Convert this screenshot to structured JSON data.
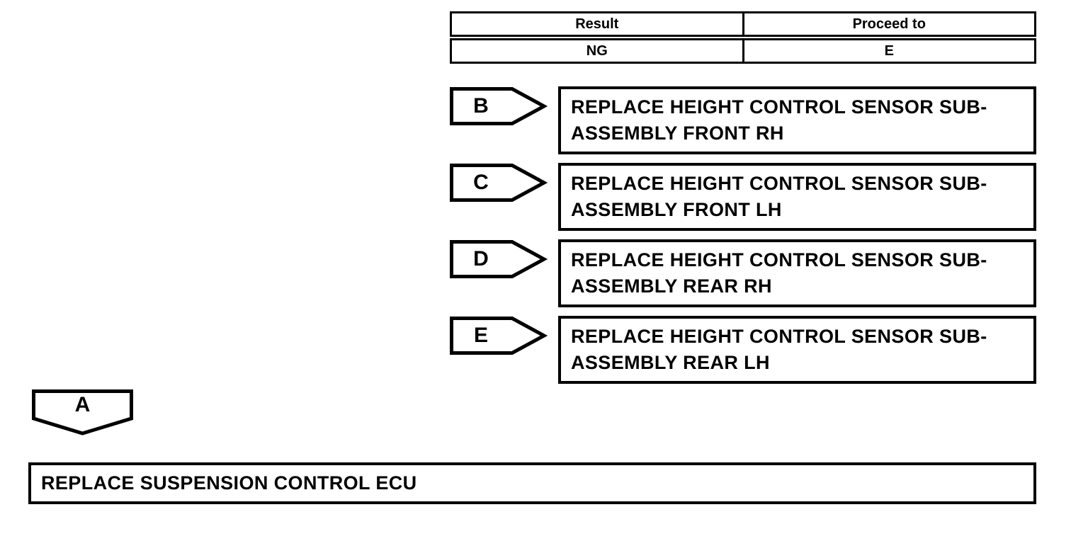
{
  "table": {
    "headers": [
      "Result",
      "Proceed to"
    ],
    "rows": [
      [
        "NG",
        "E"
      ]
    ]
  },
  "flow_rows": [
    {
      "connector": "B",
      "action": "REPLACE HEIGHT CONTROL SENSOR SUB-ASSEMBLY FRONT RH"
    },
    {
      "connector": "C",
      "action": "REPLACE HEIGHT CONTROL SENSOR SUB-ASSEMBLY FRONT LH"
    },
    {
      "connector": "D",
      "action": "REPLACE HEIGHT CONTROL SENSOR SUB-ASSEMBLY REAR RH"
    },
    {
      "connector": "E",
      "action": "REPLACE HEIGHT CONTROL SENSOR SUB-ASSEMBLY REAR LH"
    }
  ],
  "end_connector": {
    "label": "A"
  },
  "final_action": "REPLACE SUSPENSION CONTROL ECU",
  "colors": {
    "line": "#000000",
    "background": "#ffffff"
  }
}
